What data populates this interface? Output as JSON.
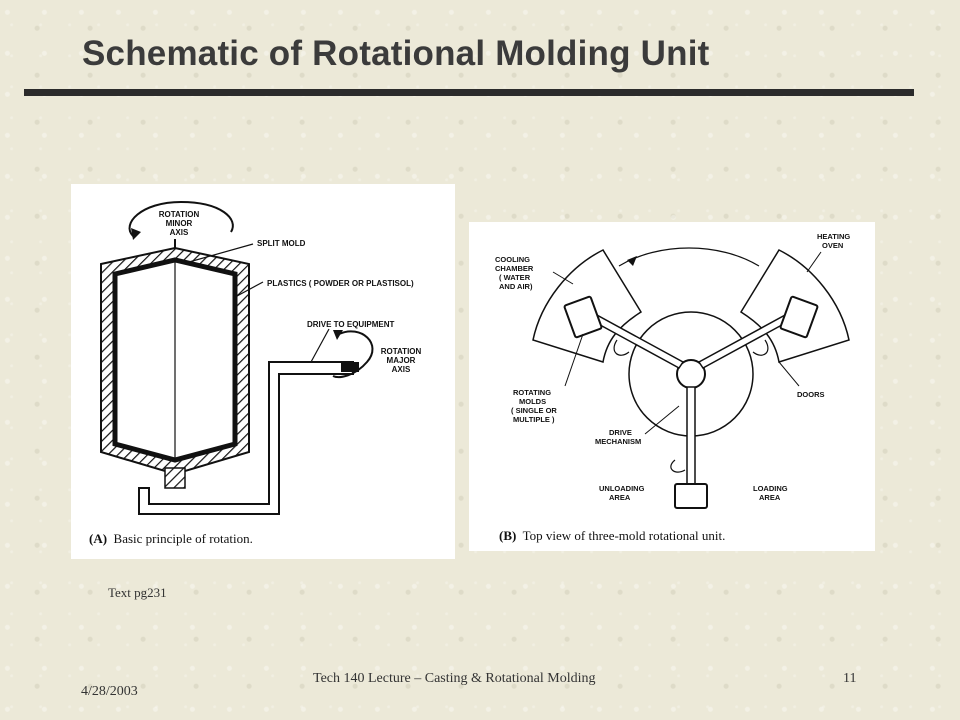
{
  "slide": {
    "title": "Schematic of Rotational Molding Unit",
    "note": "Text pg231",
    "footer_date": "4/28/2003",
    "footer_lecture": "Tech 140 Lecture – Casting & Rotational Molding",
    "page_number": "11"
  },
  "figureA": {
    "caption_prefix": "(A)",
    "caption": "Basic principle of rotation.",
    "labels": {
      "rotation_minor_1": "ROTATION",
      "rotation_minor_2": "MINOR",
      "rotation_minor_3": "AXIS",
      "split_mold": "SPLIT MOLD",
      "plastics": "PLASTICS ( POWDER OR PLASTISOL)",
      "drive": "DRIVE TO EQUIPMENT",
      "rotation_major_1": "ROTATION",
      "rotation_major_2": "MAJOR",
      "rotation_major_3": "AXIS"
    }
  },
  "figureB": {
    "caption_prefix": "(B)",
    "caption": "Top view of three-mold rotational unit.",
    "labels": {
      "cooling_1": "COOLING",
      "cooling_2": "CHAMBER",
      "cooling_3": "( WATER",
      "cooling_4": "AND AIR)",
      "heating_1": "HEATING",
      "heating_2": "OVEN",
      "rotating_1": "ROTATING",
      "rotating_2": "MOLDS",
      "rotating_3": "( SINGLE OR",
      "rotating_4": "MULTIPLE )",
      "doors": "DOORS",
      "drive_1": "DRIVE",
      "drive_2": "MECHANISM",
      "unloading_1": "UNLOADING",
      "unloading_2": "AREA",
      "loading_1": "LOADING",
      "loading_2": "AREA"
    }
  },
  "colors": {
    "background": "#ece9d8",
    "title": "#3b3b3b",
    "rule": "#2b2b2b"
  }
}
